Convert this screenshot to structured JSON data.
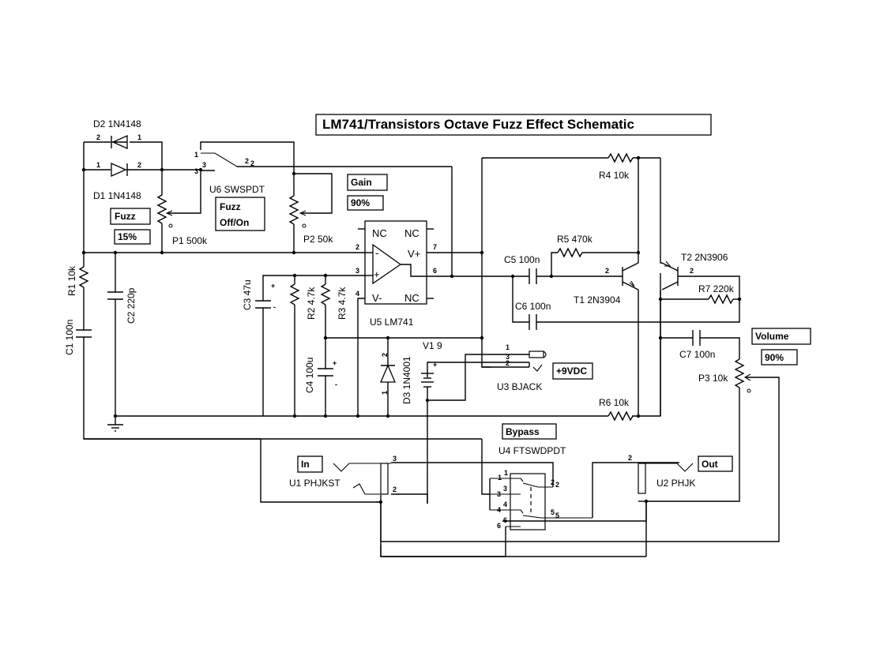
{
  "title": "LM741/Transistors Octave Fuzz Effect Schematic",
  "controls": {
    "fuzz": {
      "label": "Fuzz",
      "value": "15%"
    },
    "fuzz_switch": {
      "label_line1": "Fuzz",
      "label_line2": "Off/On"
    },
    "gain": {
      "label": "Gain",
      "value": "90%"
    },
    "volume": {
      "label": "Volume",
      "value": "90%"
    },
    "supply": {
      "label": "+9VDC"
    },
    "bypass": {
      "label": "Bypass"
    },
    "input": {
      "label": "In"
    },
    "output": {
      "label": "Out"
    }
  },
  "components": {
    "D1": "D1 1N4148",
    "D2": "D2 1N4148",
    "D3": "D3 1N4001",
    "P1": "P1 500k",
    "P2": "P2 50k",
    "P3": "P3 10k",
    "U6": "U6 SWSPDT",
    "U5": "U5 LM741",
    "U3": "U3 BJACK",
    "U4": "U4 FTSWDPDT",
    "U1": "U1 PHJKST",
    "U2": "U2 PHJK",
    "R1": "R1 10k",
    "R2": "R2 4.7k",
    "R3": "R3 4.7k",
    "R4": "R4 10k",
    "R5": "R5 470k",
    "R6": "R6 10k",
    "R7": "R7 220k",
    "C1": "C1 100n",
    "C2": "C2 220p",
    "C3": "C3 47u",
    "C4": "C4 100u",
    "C5": "C5 100n",
    "C6": "C6 100n",
    "C7": "C7 100n",
    "T1": "T1 2N3904",
    "T2": "T2 2N3906",
    "V1": "V1 9"
  },
  "opamp": {
    "nc": "NC",
    "vplus": "V+",
    "vminus": "V-",
    "minus": "-",
    "plus": "+"
  },
  "pins": {
    "one": "1",
    "two": "2",
    "three": "3",
    "four": "4",
    "five": "5",
    "six": "6",
    "seven": "7",
    "plus": "+",
    "minus": "-"
  }
}
